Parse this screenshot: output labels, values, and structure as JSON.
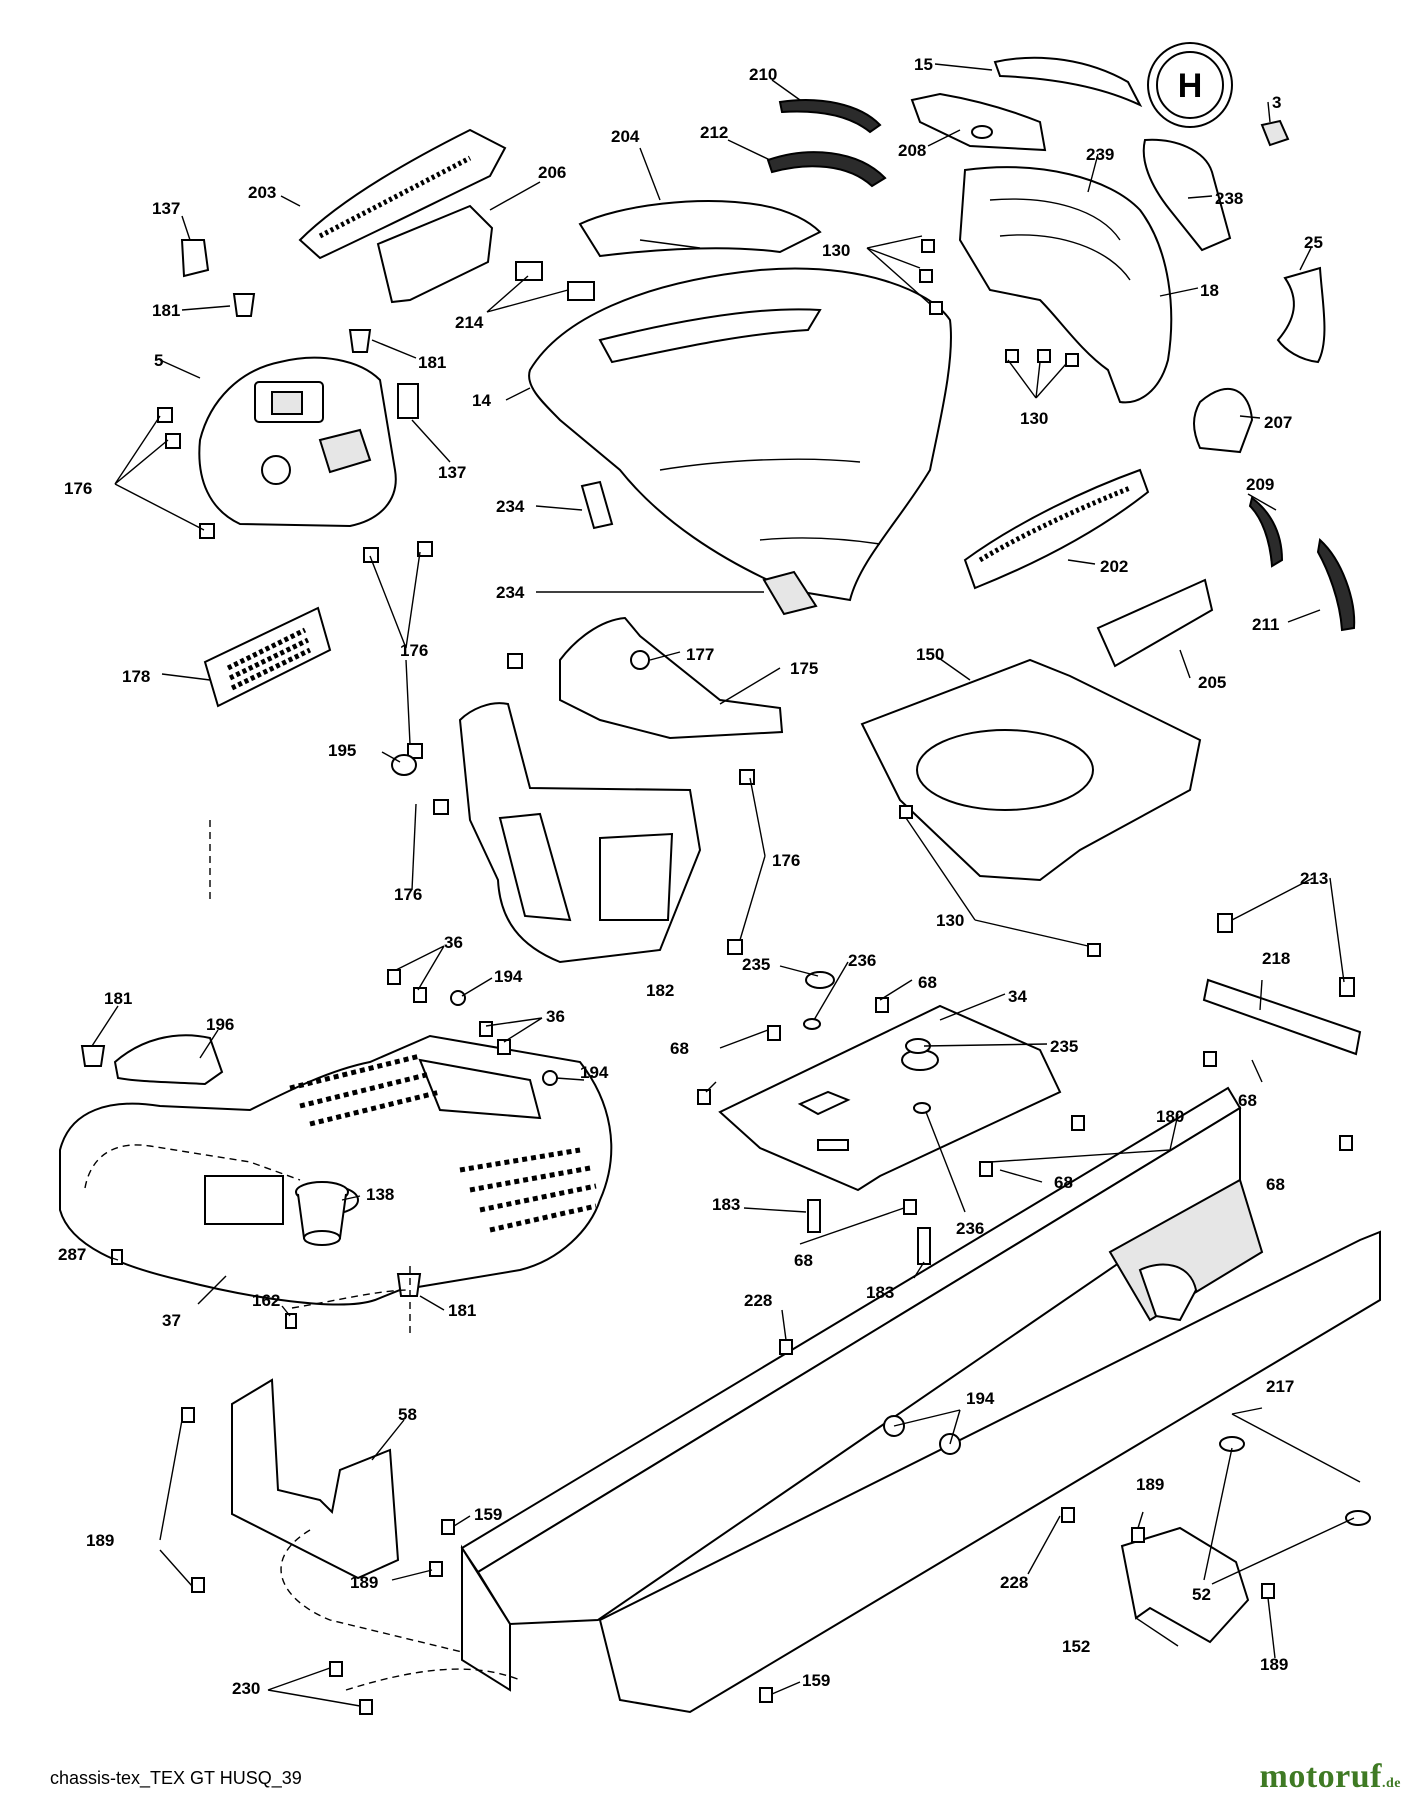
{
  "caption": "chassis-tex_TEX GT HUSQ_39",
  "watermark": {
    "brand": "motoruf",
    "suffix": ".de"
  },
  "labels": {
    "l15": "15",
    "l3": "3",
    "l210": "210",
    "l212": "212",
    "l208": "208",
    "l204": "204",
    "l239": "239",
    "l238": "238",
    "l203": "203",
    "l206": "206",
    "l137a": "137",
    "l130a": "130",
    "l25": "25",
    "l18": "18",
    "l181a": "181",
    "l214": "214",
    "l5": "5",
    "l181b": "181",
    "l14": "14",
    "l130b": "130",
    "l207": "207",
    "l137b": "137",
    "l176a": "176",
    "l234a": "234",
    "l209": "209",
    "l202": "202",
    "l234b": "234",
    "l211": "211",
    "l176b": "176",
    "l177": "177",
    "l175": "175",
    "l150": "150",
    "l205": "205",
    "l178": "178",
    "l195": "195",
    "l176c": "176",
    "l176d": "176",
    "l130c": "130",
    "l213": "213",
    "l36a": "36",
    "l194a": "194",
    "l235a": "235",
    "l236a": "236",
    "l68a": "68",
    "l34": "34",
    "l182": "182",
    "l218": "218",
    "l181c": "181",
    "l196": "196",
    "l36b": "36",
    "l68b": "68",
    "l235b": "235",
    "l194b": "194",
    "l68c": "68",
    "l68d": "68",
    "l180": "180",
    "l138": "138",
    "l68e": "68",
    "l183a": "183",
    "l236b": "236",
    "l287": "287",
    "l68f": "68",
    "l183b": "183",
    "l37": "37",
    "l162": "162",
    "l181d": "181",
    "l228a": "228",
    "l194c": "194",
    "l217": "217",
    "l58": "58",
    "l159a": "159",
    "l189a": "189",
    "l189b": "189",
    "l52": "52",
    "l228b": "228",
    "l189c": "189",
    "l152": "152",
    "l189d": "189",
    "l230": "230",
    "l159b": "159"
  },
  "colors": {
    "line": "#000000",
    "part_fill": "#ffffff",
    "shade": "#e6e6e6",
    "watermark": "#3f7a24"
  }
}
